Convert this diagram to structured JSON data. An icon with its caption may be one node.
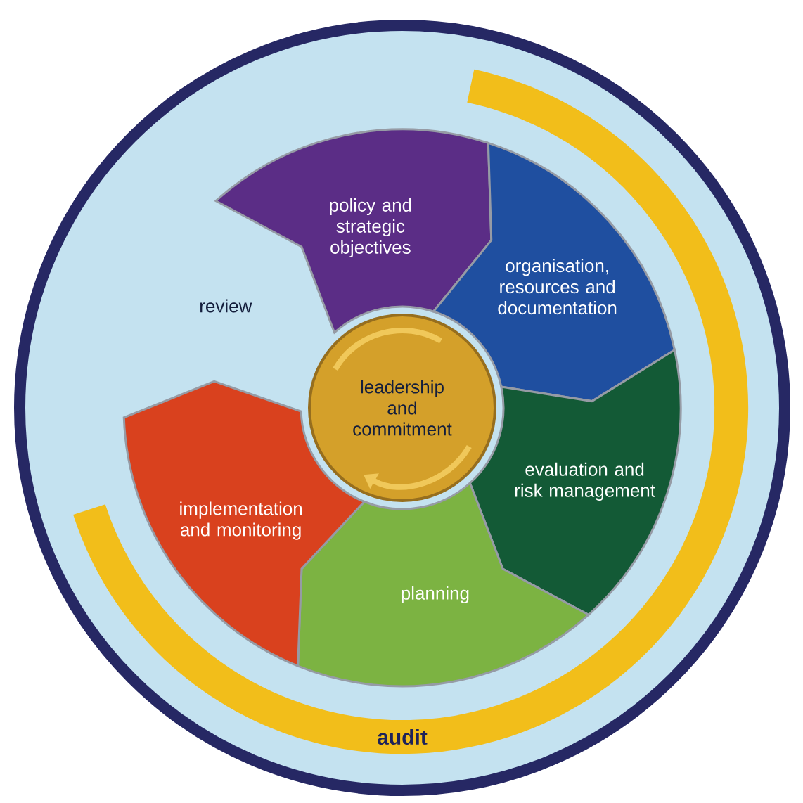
{
  "diagram": {
    "nodes": [
      {
        "text": [
          "policy and strategic objectives"
        ]
      },
      {
        "text": [
          "organisation, resources and documentation"
        ]
      },
      {
        "text": [
          "evaluation and risk management"
        ]
      },
      {
        "text": [
          "planning"
        ]
      },
      {
        "text": [
          "implementation and monitoring"
        ]
      },
      {
        "text": [
          "review"
        ]
      },
      {
        "text": [
          "leadership and commitment"
        ]
      },
      {
        "text": [
          "audit"
        ]
      }
    ]
  }
}
